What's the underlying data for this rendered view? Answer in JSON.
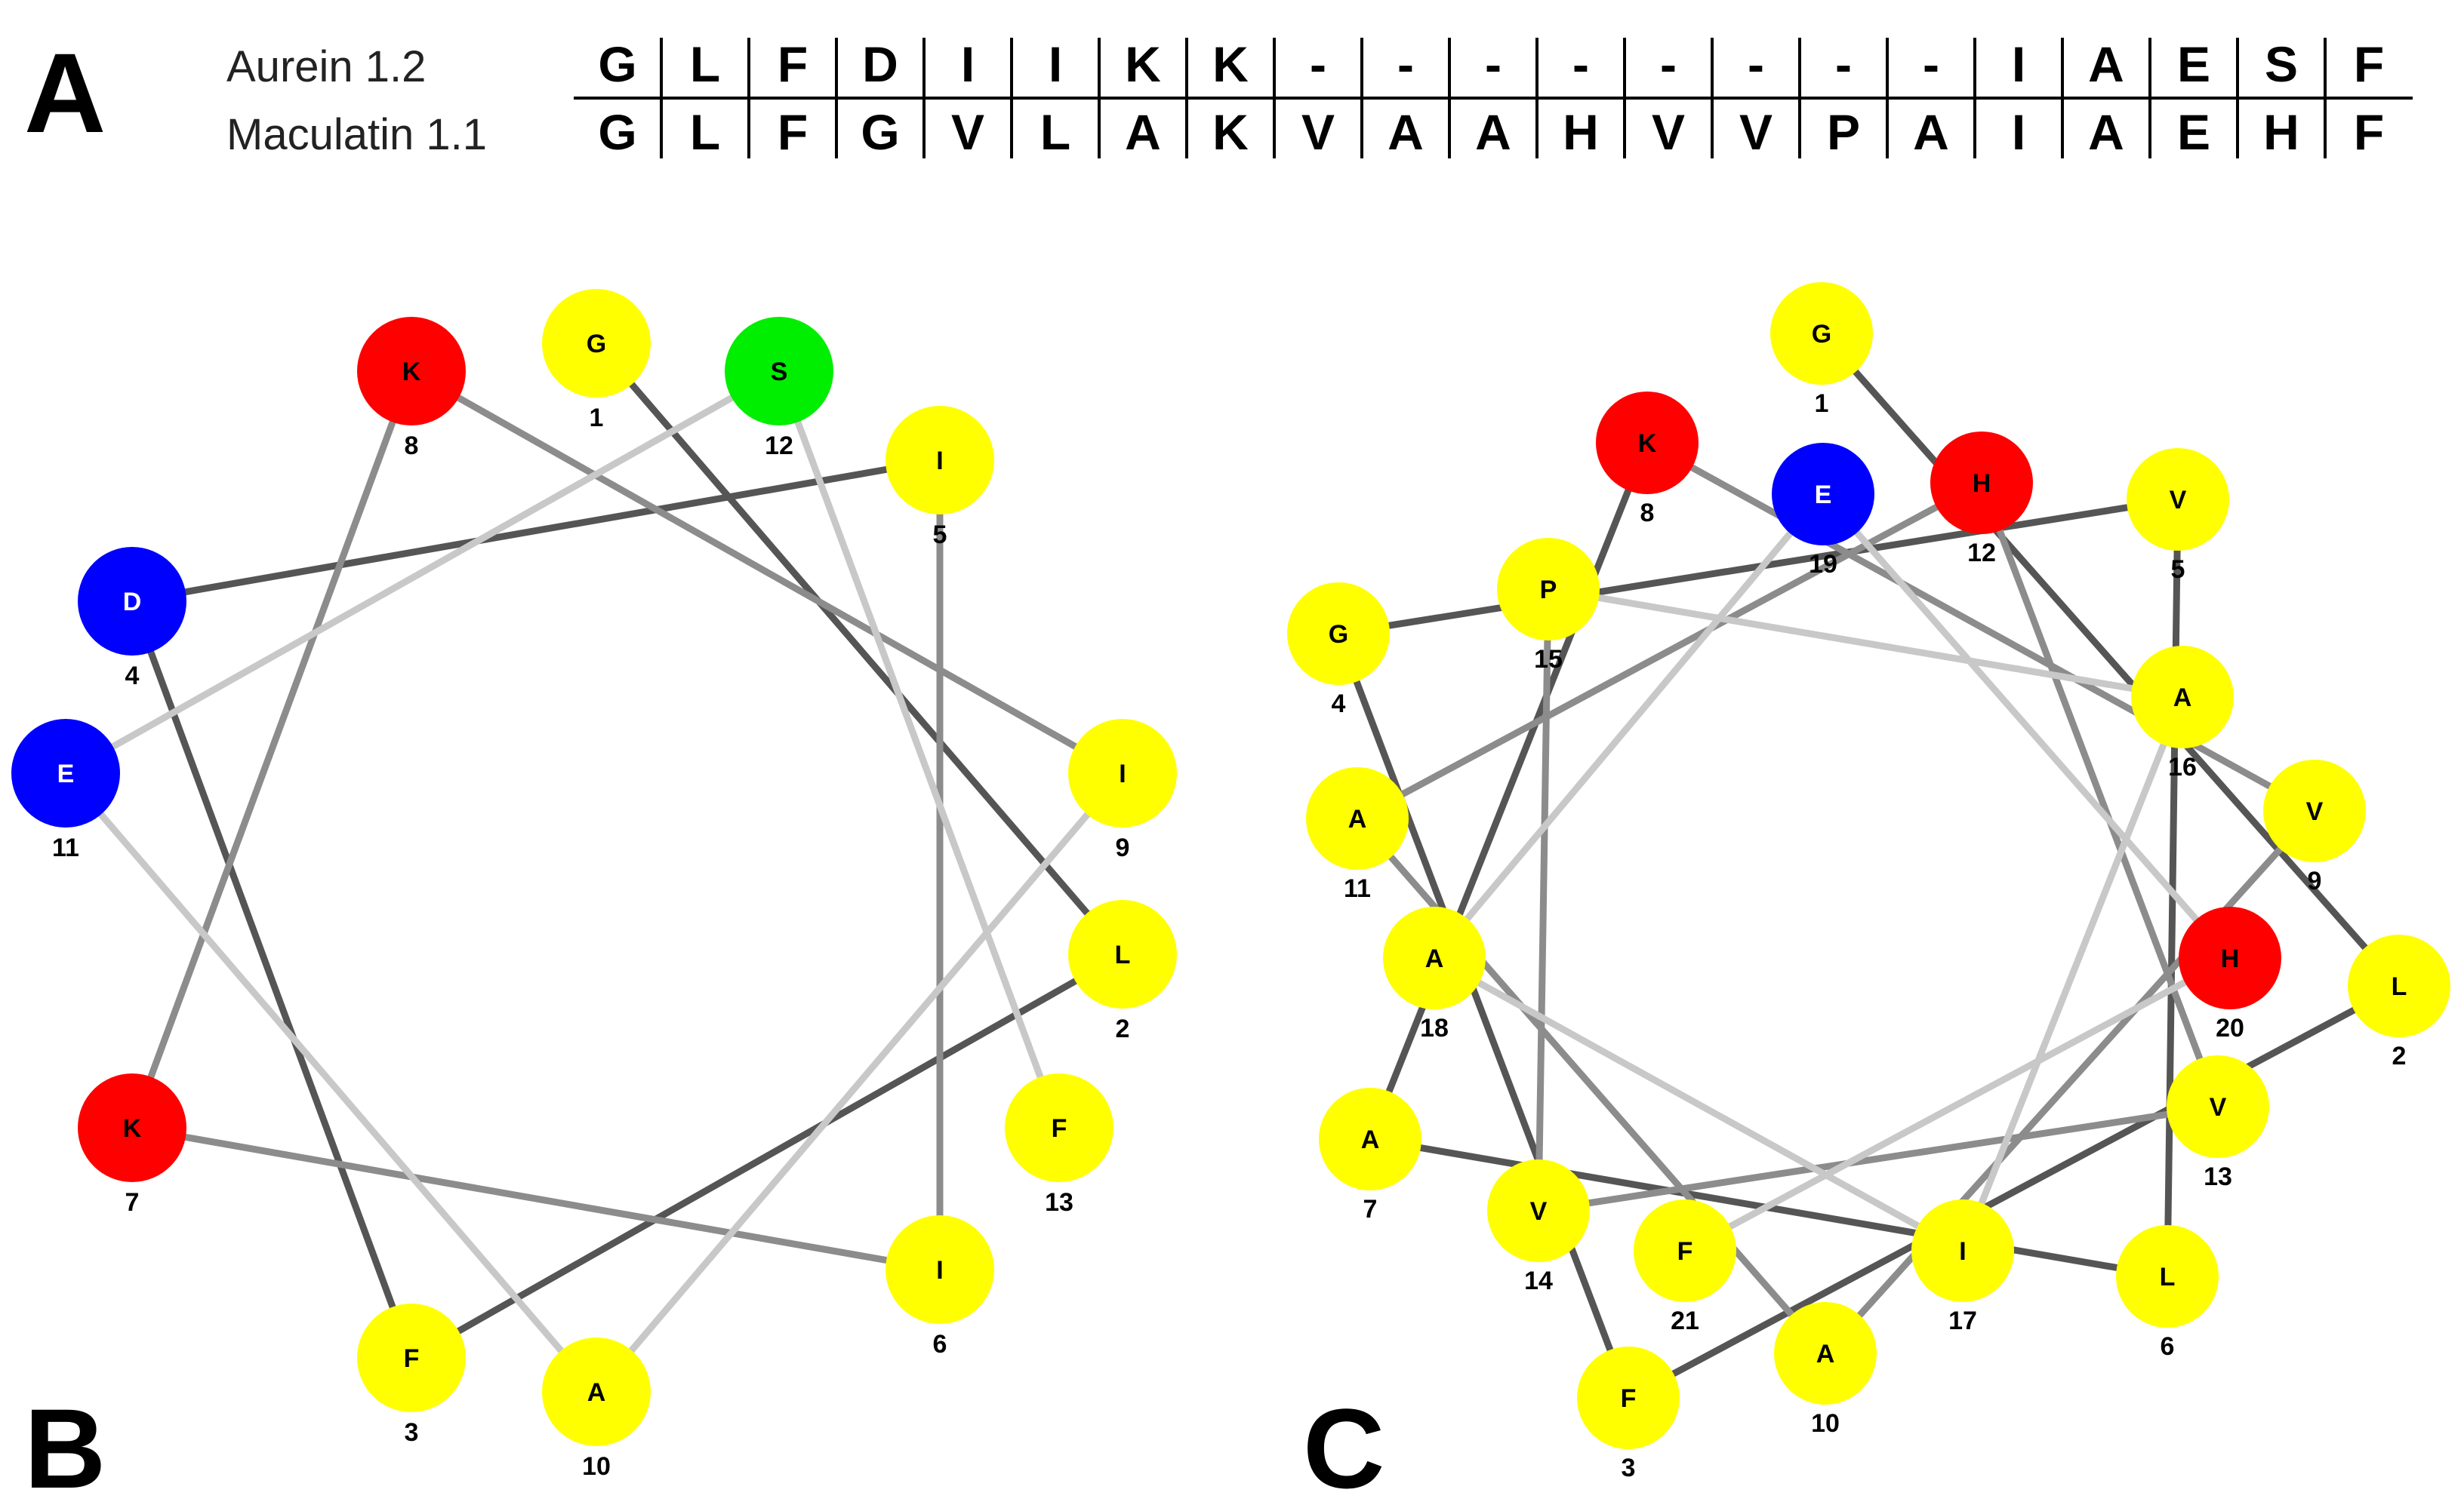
{
  "panels": {
    "a": "A",
    "b": "B",
    "c": "C"
  },
  "colors": {
    "yellow": "#ffff00",
    "red": "#ff0000",
    "blue": "#0000ff",
    "green": "#00ee00",
    "edge_dark": "#555555",
    "edge_mid": "#8c8c8c",
    "edge_light": "#c8c8c8"
  },
  "alignment": {
    "rows": [
      {
        "name": "Aurein 1.2",
        "cells": [
          "G",
          "L",
          "F",
          "D",
          "I",
          "I",
          "K",
          "K",
          "-",
          "-",
          "-",
          "-",
          "-",
          "-",
          "-",
          "-",
          "I",
          "A",
          "E",
          "S",
          "F"
        ]
      },
      {
        "name": "Maculatin 1.1",
        "cells": [
          "G",
          "L",
          "F",
          "G",
          "V",
          "L",
          "A",
          "K",
          "V",
          "A",
          "A",
          "H",
          "V",
          "V",
          "P",
          "A",
          "I",
          "A",
          "E",
          "H",
          "F"
        ]
      }
    ]
  },
  "wheel_b": {
    "residues": [
      {
        "letter": "G",
        "number": "1",
        "color": "yellow"
      },
      {
        "letter": "L",
        "number": "2",
        "color": "yellow"
      },
      {
        "letter": "F",
        "number": "3",
        "color": "yellow"
      },
      {
        "letter": "D",
        "number": "4",
        "color": "blue"
      },
      {
        "letter": "I",
        "number": "5",
        "color": "yellow"
      },
      {
        "letter": "I",
        "number": "6",
        "color": "yellow"
      },
      {
        "letter": "K",
        "number": "7",
        "color": "red"
      },
      {
        "letter": "K",
        "number": "8",
        "color": "red"
      },
      {
        "letter": "I",
        "number": "9",
        "color": "yellow"
      },
      {
        "letter": "A",
        "number": "10",
        "color": "yellow"
      },
      {
        "letter": "E",
        "number": "11",
        "color": "blue"
      },
      {
        "letter": "S",
        "number": "12",
        "color": "green"
      },
      {
        "letter": "F",
        "number": "13",
        "color": "yellow"
      }
    ]
  },
  "wheel_c": {
    "residues": [
      {
        "letter": "G",
        "number": "1",
        "color": "yellow"
      },
      {
        "letter": "L",
        "number": "2",
        "color": "yellow"
      },
      {
        "letter": "F",
        "number": "3",
        "color": "yellow"
      },
      {
        "letter": "G",
        "number": "4",
        "color": "yellow"
      },
      {
        "letter": "V",
        "number": "5",
        "color": "yellow"
      },
      {
        "letter": "L",
        "number": "6",
        "color": "yellow"
      },
      {
        "letter": "A",
        "number": "7",
        "color": "yellow"
      },
      {
        "letter": "K",
        "number": "8",
        "color": "red"
      },
      {
        "letter": "V",
        "number": "9",
        "color": "yellow"
      },
      {
        "letter": "A",
        "number": "10",
        "color": "yellow"
      },
      {
        "letter": "A",
        "number": "11",
        "color": "yellow"
      },
      {
        "letter": "H",
        "number": "12",
        "color": "red"
      },
      {
        "letter": "V",
        "number": "13",
        "color": "yellow"
      },
      {
        "letter": "V",
        "number": "14",
        "color": "yellow"
      },
      {
        "letter": "P",
        "number": "15",
        "color": "yellow"
      },
      {
        "letter": "A",
        "number": "16",
        "color": "yellow"
      },
      {
        "letter": "I",
        "number": "17",
        "color": "yellow"
      },
      {
        "letter": "A",
        "number": "18",
        "color": "yellow"
      },
      {
        "letter": "E",
        "number": "19",
        "color": "blue"
      },
      {
        "letter": "H",
        "number": "20",
        "color": "red"
      },
      {
        "letter": "F",
        "number": "21",
        "color": "yellow"
      }
    ]
  }
}
